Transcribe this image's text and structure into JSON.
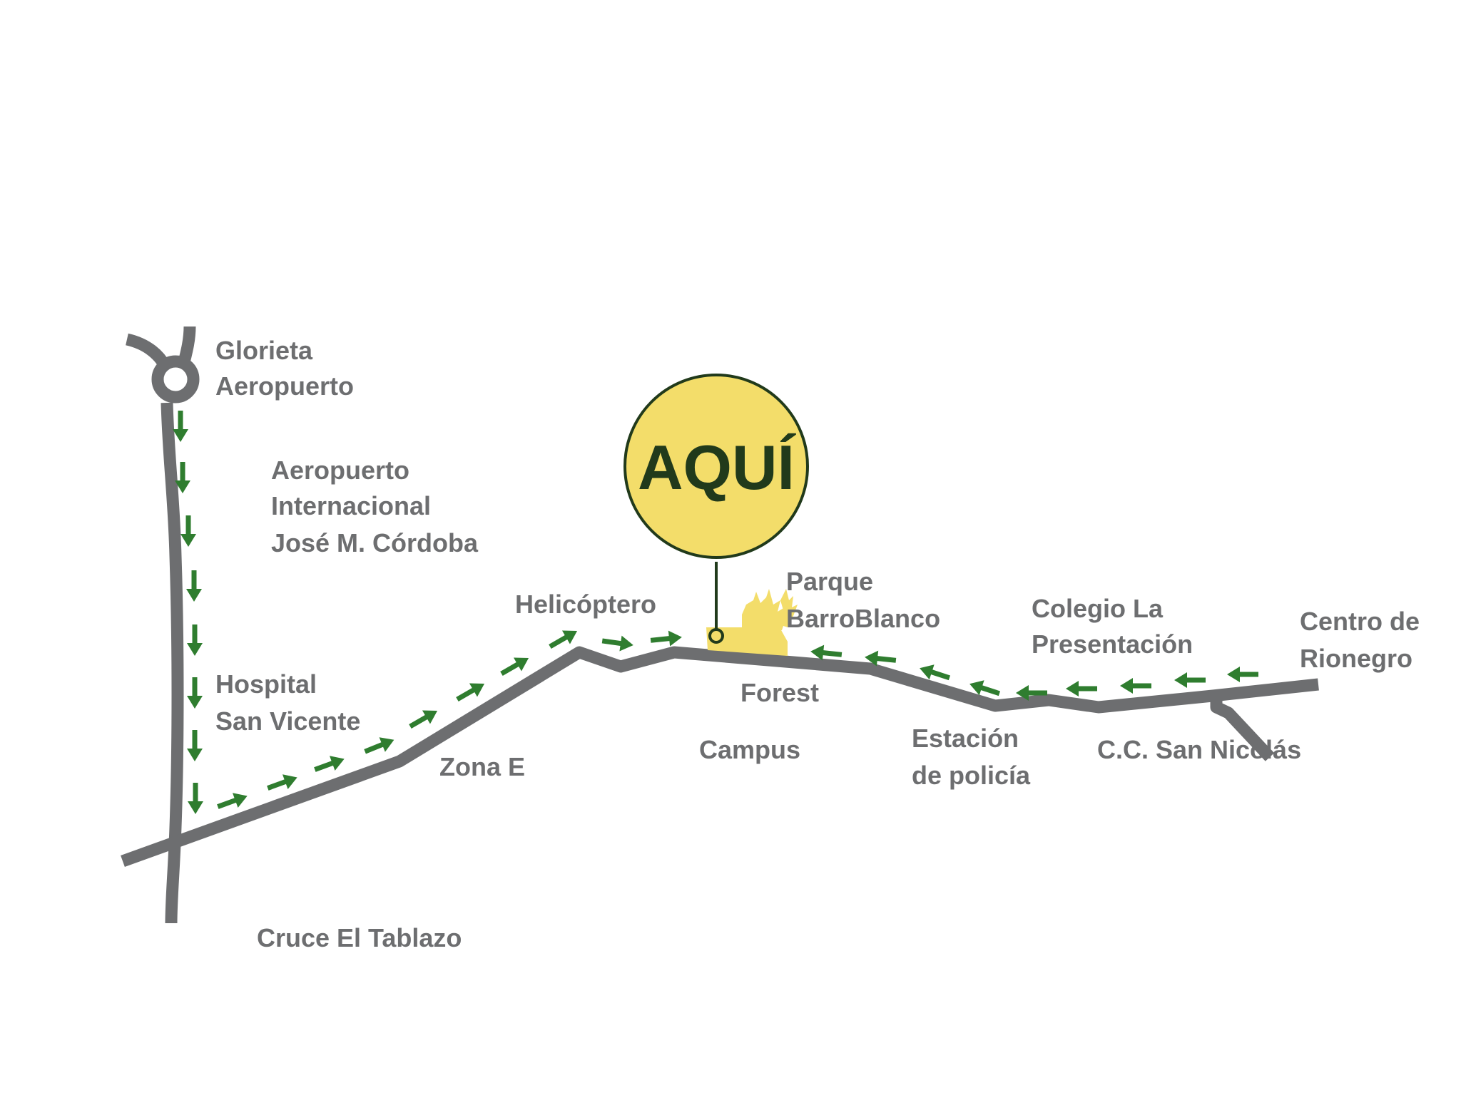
{
  "colors": {
    "road": "#6d6e70",
    "arrow": "#2f7d2f",
    "pin_fill": "#f3dd6a",
    "pin_stroke": "#213a1b",
    "label": "#6d6e70"
  },
  "marker": {
    "label": "AQUÍ",
    "icon": "location-pin-icon"
  },
  "labels": {
    "glorieta": [
      "Glorieta",
      "Aeropuerto"
    ],
    "aeropuerto": [
      "Aeropuerto",
      "Internacional",
      "José M. Córdoba"
    ],
    "hospital": [
      "Hospital",
      "San Vicente"
    ],
    "cruce": "Cruce El Tablazo",
    "zona_e": "Zona E",
    "helicoptero": "Helicóptero",
    "parque": [
      "Parque",
      "BarroBlanco"
    ],
    "forest": "Forest",
    "campus": "Campus",
    "estacion": [
      "Estación",
      "de policía"
    ],
    "colegio": [
      "Colegio La",
      "Presentación"
    ],
    "centro": [
      "Centro de",
      "Rionegro"
    ],
    "cc": "C.C. San Nicolás"
  },
  "icons": {
    "roundabout": "roundabout-icon",
    "arrows": "direction-arrow-icon",
    "deer": "deer-silhouette-icon"
  }
}
